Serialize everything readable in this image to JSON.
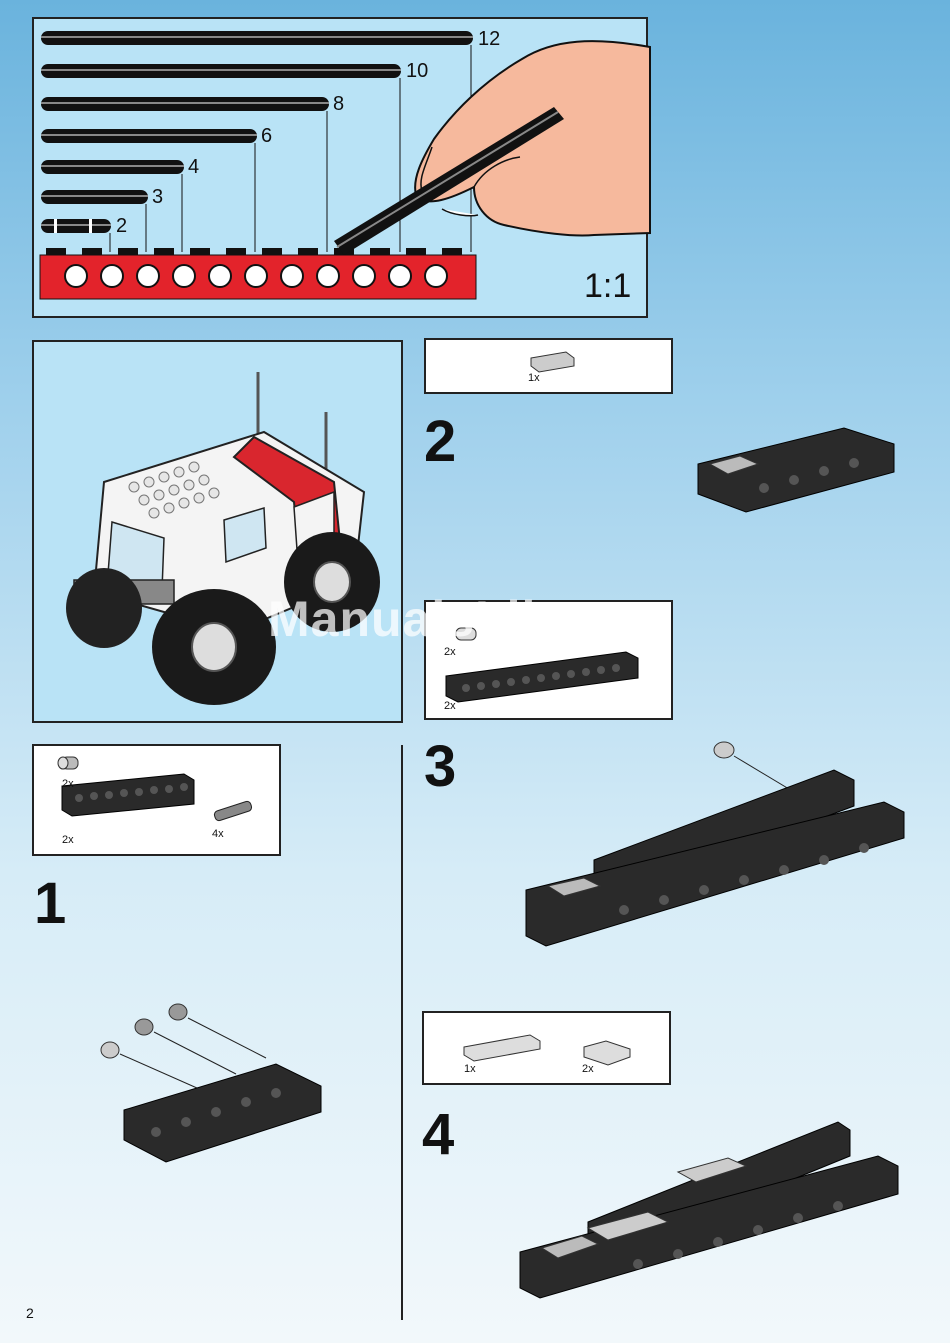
{
  "scale_panel": {
    "axle_lengths": [
      "12",
      "10",
      "8",
      "6",
      "4",
      "3",
      "2"
    ],
    "scale_label": "1:1",
    "axle_color": "#111111",
    "beam_color": "#e3232b",
    "background_color": "#b9e3f6"
  },
  "model_preview": {
    "background_color": "#b9e3f6",
    "model_colors": [
      "#ffffff",
      "#d9262e",
      "#222222"
    ]
  },
  "steps": [
    {
      "number": "1",
      "parts": [
        {
          "qty": "2x"
        },
        {
          "qty": "2x"
        },
        {
          "qty": "4x"
        }
      ]
    },
    {
      "number": "2",
      "parts": [
        {
          "qty": "1x"
        }
      ]
    },
    {
      "number": "3",
      "parts": [
        {
          "qty": "2x"
        },
        {
          "qty": "2x"
        }
      ]
    },
    {
      "number": "4",
      "parts": [
        {
          "qty": "1x"
        },
        {
          "qty": "2x"
        }
      ]
    }
  ],
  "watermark": "ManualsLib.com",
  "page_number": "2"
}
